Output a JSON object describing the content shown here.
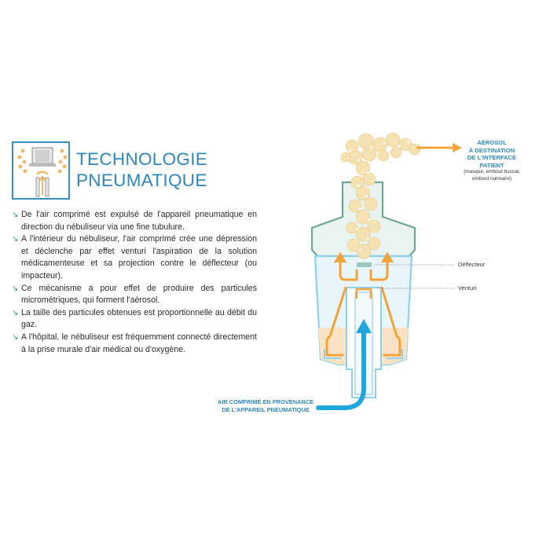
{
  "title": {
    "line1": "TECHNOLOGIE",
    "line2": "PNEUMATIQUE"
  },
  "bullets": [
    "De l'air comprimé est expulsé de l'appareil pneumatique en direction du nébuliseur via une fine tubulure.",
    "A l'intérieur du nébuliseur, l'air comprimé crée une dépression et déclenche par effet venturi l'aspiration de la solution médicamenteuse et sa projection contre le déflecteur (ou impacteur).",
    "Ce mécanisme a pour effet de produire des particules micrométriques, qui forment l'aérosol.",
    "La taille des particules obtenues est proportionnelle au débit du gaz.",
    "A l'hôpital, le nébuliseur est fréquemment connecté directement à la prise murale d'air médical ou d'oxygène."
  ],
  "diagram": {
    "aerosol_label": {
      "line1": "AÉROSOL",
      "line2": "À DESTINATION",
      "line3": "DE L'INTERFACE",
      "line4": "PATIENT",
      "sub1": "(masque, embout buccal,",
      "sub2": "embout narinaire)"
    },
    "deflecteur_label": "Déflecteur",
    "venturi_label": "Venturi",
    "air_label": {
      "line1": "AIR COMPRIMÉ EN PROVENANCE",
      "line2": "DE L'APPAREIL PNEUMATIQUE"
    }
  },
  "colors": {
    "accent_blue": "#2e87bd",
    "arrow_blue": "#1fa6dc",
    "arrow_orange": "#f2a33a",
    "mask_green": "#6ea69a",
    "liquid": "#fbe1c2",
    "aerosol": "#f4e2b2"
  }
}
